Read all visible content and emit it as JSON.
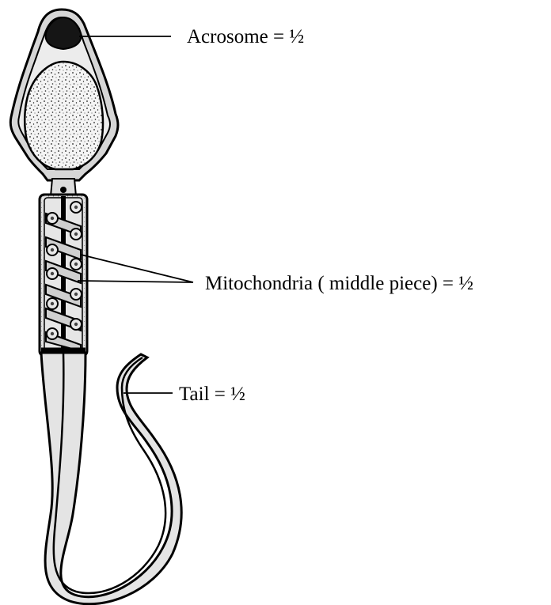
{
  "labels": {
    "acrosome": "Acrosome  = ½",
    "mitochondria": "Mitochondria ( middle piece) = ½",
    "tail": "Tail   = ½"
  },
  "colors": {
    "ink": "#000000",
    "stipple": "#222222",
    "shade": "#d9d9d9",
    "tail_fill": "#e4e4e4"
  }
}
